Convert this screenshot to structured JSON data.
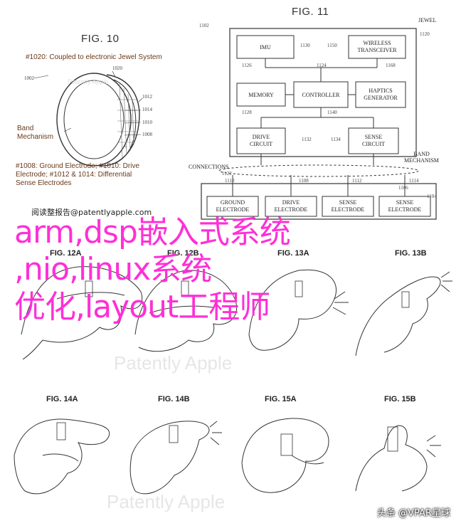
{
  "fig10": {
    "title": "FIG. 10",
    "caption_top": "#1020: Coupled to electronic Jewel System",
    "band_label": "Band\nMechanism",
    "caption_bottom": "#1008: Ground Electrode; #1010: Drive Electrode; #1012 & 1014: Differential Sense Electrodes",
    "caption_bottom_lines": [
      "#1008: Ground Electrode; #1010: Drive",
      "Electrode; #1012 & 1014: Differential",
      "Sense Electrodes"
    ],
    "watermark": "Patently Apple",
    "refs": [
      "1002",
      "1020",
      "1012",
      "1014",
      "1010",
      "1008"
    ]
  },
  "fig11": {
    "title": "FIG. 11",
    "jewel_label": "JEWEL",
    "jewel_ref": "1120",
    "outer_ref": "1102",
    "boxes": {
      "imu": "IMU",
      "wireless": "WIRELESS\nTRANSCEIVER",
      "memory": "MEMORY",
      "controller": "CONTROLLER",
      "haptics": "HAPTICS\nGENERATOR",
      "drive_circuit": "DRIVE\nCIRCUIT",
      "sense_circuit": "SENSE\nCIRCUIT",
      "ground_electrode": "GROUND\nELECTRODE",
      "drive_electrode": "DRIVE\nELECTRODE",
      "sense_electrode_1": "SENSE\nELECTRODE",
      "sense_electrode_2": "SENSE\nELECTRODE"
    },
    "connections_label": "CONNECTIONS",
    "band_mechanism_label": "BAND\nMECHANISM",
    "refs": [
      "1130",
      "1150",
      "1126",
      "1124",
      "1168",
      "1128",
      "1140",
      "1132",
      "1134",
      "1122",
      "1110",
      "1108",
      "1112",
      "1114",
      "1106",
      "1104"
    ]
  },
  "source_text": "阅读整报告@patentlyapple.com",
  "overlay_lines": [
    "arm,dsp嵌入式系统",
    ",nio,linux系统",
    "优化,layout工程师"
  ],
  "figures_row2": [
    "FIG. 12A",
    "FIG. 12B",
    "FIG. 13A",
    "FIG. 13B"
  ],
  "figures_row3": [
    "FIG. 14A",
    "FIG. 14B",
    "FIG. 15A",
    "FIG. 15B"
  ],
  "watermark_mid": "Patently Apple",
  "watermark_bottom": "Patently Apple",
  "footer": "头条 @VPAR星球",
  "colors": {
    "overlay": "#ff2fd6",
    "line": "#333333",
    "caption": "#6a3a1a"
  }
}
